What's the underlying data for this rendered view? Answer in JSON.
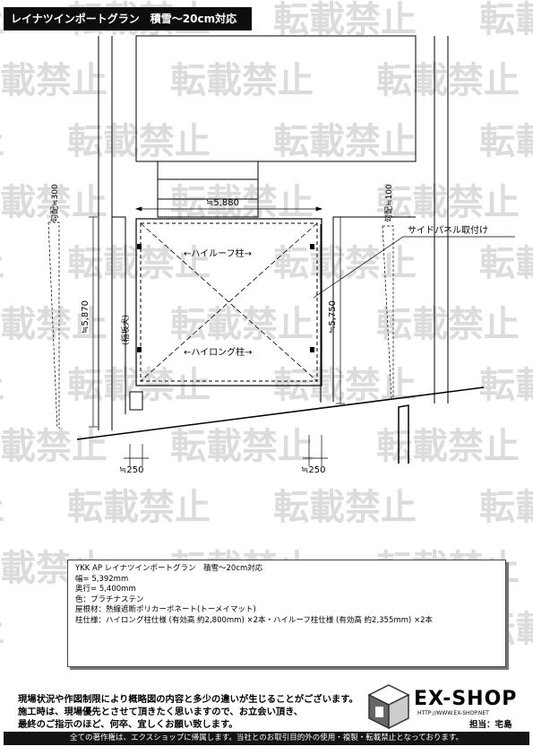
{
  "title": "レイナツインポートグラン　積雪～20cm対応",
  "watermark": "転載禁止",
  "plan": {
    "width_label": "≒5,880",
    "depth_left_label": "≒5,870",
    "depth_right_label": "≒5,750",
    "slope_left_label": "勾配≒300",
    "slope_right_label": "勾配≒100",
    "high_roof_label": "←ハイルーフ柱→",
    "high_long_label": "←ハイロング柱→",
    "side_panel_label": "サイドパネル取付け",
    "fence_label": "(稲坂犬)",
    "offset_left_label": "≒250",
    "offset_right_label": "≒250"
  },
  "spec": {
    "line1": "YKK AP レイナツインポートグラン　積雪～20cm対応",
    "line2": "幅= 5,392mm",
    "line3": "奥行= 5,400mm",
    "line4": "色：プラチナステン",
    "line5": "屋根材：熱線遮断ポリカーボネート(トーメイマット)",
    "line6": "柱仕様：ハイロング柱仕様 (有効高 約2,800mm) ×2本・ハイルーフ柱仕様 (有効高 約2,355mm) ×2本"
  },
  "notes": {
    "line1": "現場状況や作図制限により概略図の内容と多少の違いが生じることがございます。",
    "line2": "施工時は、現場優先とさせて頂きたく思いますので、お立会い頂き、",
    "line3": "最終のご指示のほど、何卒、宜しくお願い致します。"
  },
  "logo": {
    "name": "EX-SHOP",
    "url": "HTTP://WWW.EX-SHOP.NET",
    "person": "担当：宅島"
  },
  "footer": "全ての著作権は、エクスショップに帰属します。当社とのお取引目的外の使用・複製・転載禁止となっております。"
}
